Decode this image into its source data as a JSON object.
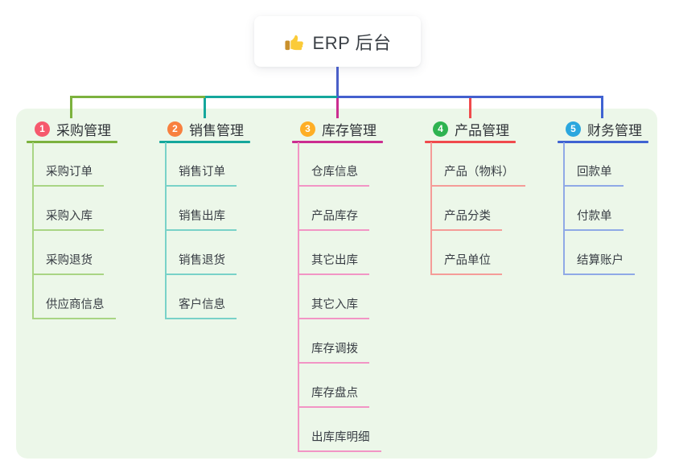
{
  "root": {
    "label": "ERP 后台",
    "icon": "thumbs-up-icon"
  },
  "branches": [
    {
      "index": "1",
      "label": "采购管理",
      "badge_color": "#f6596d",
      "line_color": "#7cb23e",
      "child_line_color": "#a9d584",
      "children": [
        "采购订单",
        "采购入库",
        "采购退货",
        "供应商信息"
      ]
    },
    {
      "index": "2",
      "label": "销售管理",
      "badge_color": "#f8803f",
      "line_color": "#14a79c",
      "child_line_color": "#79d2c8",
      "children": [
        "销售订单",
        "销售出库",
        "销售退货",
        "客户信息"
      ]
    },
    {
      "index": "3",
      "label": "库存管理",
      "badge_color": "#feae25",
      "line_color": "#cb2d90",
      "child_line_color": "#f295c5",
      "children": [
        "仓库信息",
        "产品库存",
        "其它出库",
        "其它入库",
        "库存调拨",
        "库存盘点",
        "出库库明细"
      ]
    },
    {
      "index": "4",
      "label": "产品管理",
      "badge_color": "#2eb350",
      "line_color": "#f04a4c",
      "child_line_color": "#f59c98",
      "children": [
        "产品（物料）",
        "产品分类",
        "产品单位"
      ]
    },
    {
      "index": "5",
      "label": "财务管理",
      "badge_color": "#2ba7de",
      "line_color": "#3f63d2",
      "child_line_color": "#8fa9e6",
      "children": [
        "回款单",
        "付款单",
        "结算账户"
      ]
    }
  ],
  "colors": {
    "panel_background": "#ecf7e9",
    "root_connector": "#4a5fc8",
    "canvas_background": "#ffffff"
  }
}
